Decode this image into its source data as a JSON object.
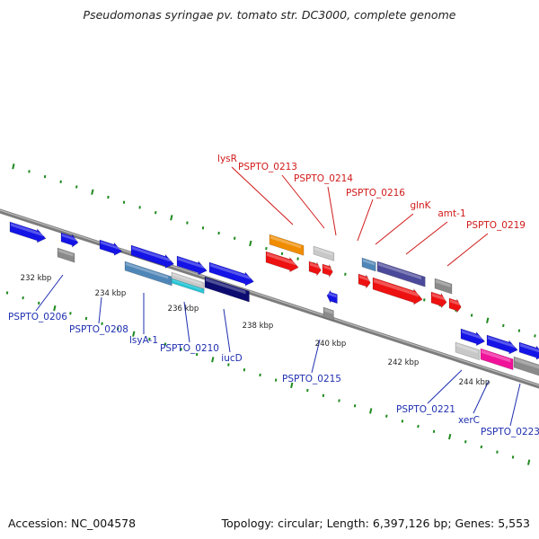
{
  "title": "Pseudomonas syringae pv. tomato str. DC3000, complete genome",
  "footer": {
    "accession": "Accession: NC_004578",
    "stats": "Topology: circular; Length: 6,397,126 bp; Genes: 5,553"
  },
  "scale": {
    "ticks": [
      {
        "label": "232 kbp"
      },
      {
        "label": "234 kbp"
      },
      {
        "label": "236 kbp"
      },
      {
        "label": "238 kbp"
      },
      {
        "label": "240 kbp"
      },
      {
        "label": "242 kbp"
      },
      {
        "label": "244 kbp"
      }
    ]
  },
  "gene_labels": {
    "upper": [
      "lysR",
      "PSPTO_0213",
      "PSPTO_0214",
      "PSPTO_0216",
      "glnK",
      "amt-1",
      "PSPTO_0219"
    ],
    "lower": [
      "PSPTO_0206",
      "PSPTO_0208",
      "lsyA-1",
      "PSPTO_0210",
      "iucD",
      "PSPTO_0215",
      "PSPTO_0221",
      "xerC",
      "PSPTO_0223"
    ]
  },
  "colors": {
    "forward_strand": "#1414e6",
    "reverse_strand": "#ee1111",
    "label_blue": "#1f2fb0",
    "label_red": "#d11a1a",
    "backbone": "#8a8a8a",
    "tick": "#1f8a1f",
    "feature_gray": "#8a8a8a",
    "feature_light_gray": "#c8c8c8",
    "feature_orange": "#f08c00",
    "feature_steel_blue": "#4f86b8",
    "feature_slate": "#4b4a9a",
    "feature_cyan": "#29c6d6",
    "feature_navy": "#0c0c70",
    "feature_magenta": "#f0139a"
  }
}
